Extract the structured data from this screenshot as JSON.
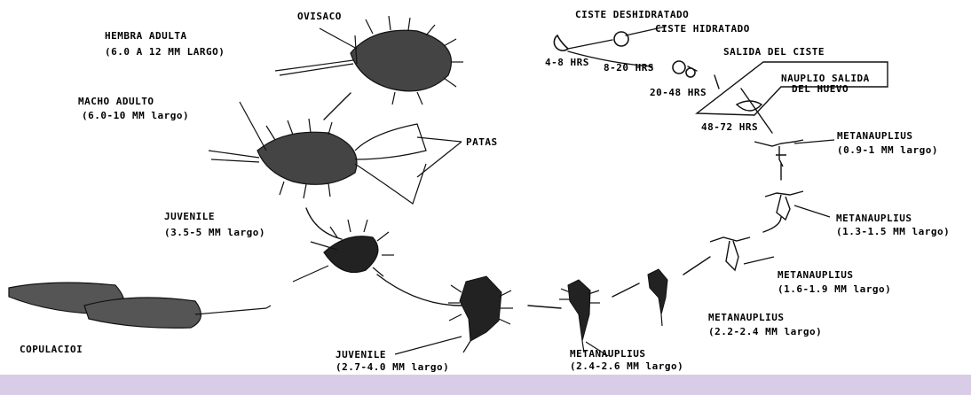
{
  "labels": {
    "hembra_adulta": "HEMBRA ADULTA",
    "hembra_size": "(6.0 A 12 MM LARGO)",
    "ovisaco": "OVISACO",
    "macho_adulto": "MACHO ADULTO",
    "macho_size": "(6.0-10 MM largo)",
    "patas": "PATAS",
    "juvenile_1": "JUVENILE",
    "juvenile_1_size": "(3.5-5 MM largo)",
    "copulacion": "COPULACIOI",
    "juvenile_2": "JUVENILE",
    "juvenile_2_size": "(2.7-4.0 MM largo)",
    "meta_1": "METANAUPLIUS",
    "meta_1_size": "(2.4-2.6 MM largo)",
    "meta_2": "METANAUPLIUS",
    "meta_2_size": "(2.2-2.4 MM largo)",
    "meta_3": "METANAUPLIUS",
    "meta_3_size": "(1.6-1.9 MM largo)",
    "meta_4": "METANAUPLIUS",
    "meta_4_size": "(1.3-1.5 MM largo)",
    "meta_5": "METANAUPLIUS",
    "meta_5_size": "(0.9-1 MM largo)",
    "ciste_deshidratado": "CISTE DESHIDRATADO",
    "ciste_hidratado": "CISTE HIDRATADO",
    "salida_ciste": "SALIDA DEL CISTE",
    "nauplio_1": "NAUPLIO SALIDA",
    "nauplio_2": "DEL HUEVO",
    "t1": "4-8 HRS",
    "t2": "8-20 HRS",
    "t3": "20-48 HRS",
    "t4": "48-72 HRS"
  }
}
